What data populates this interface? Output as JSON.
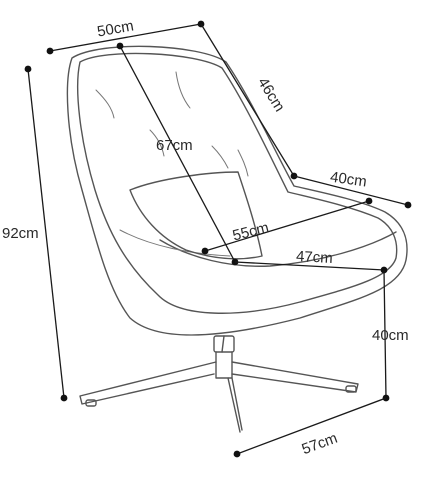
{
  "dimensions": {
    "width_top": "50cm",
    "depth_side": "46cm",
    "diagonal": "67cm",
    "armrest_width": "40cm",
    "seat_width": "55cm",
    "seat_depth": "47cm",
    "seat_height": "40cm",
    "total_height": "92cm",
    "base_width": "57cm"
  },
  "colors": {
    "outline": "#555555",
    "dimension_line": "#1a1a1a",
    "label": "#2a2a2a"
  }
}
